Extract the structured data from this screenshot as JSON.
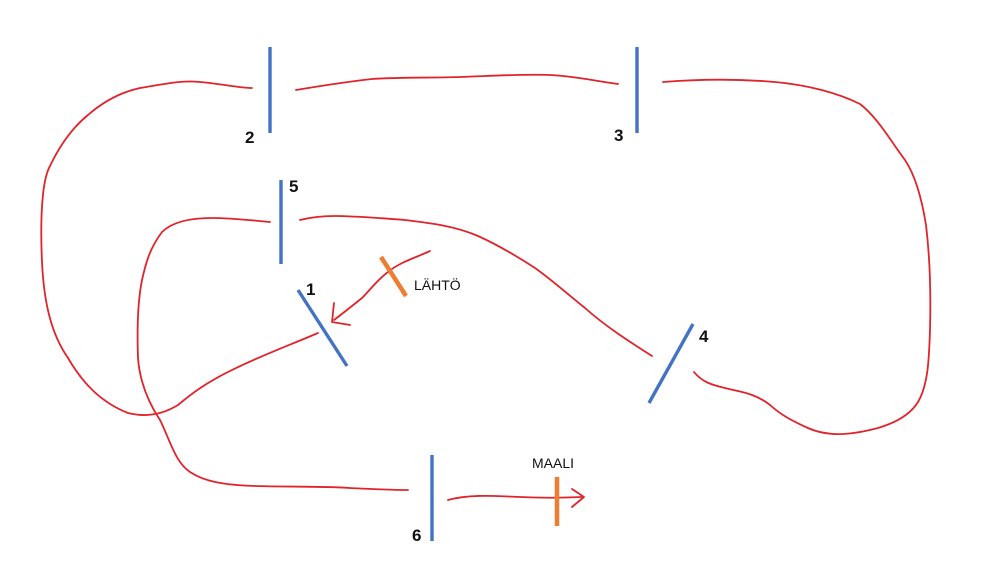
{
  "gates": [
    {
      "id": "1",
      "label": "1"
    },
    {
      "id": "2",
      "label": "2"
    },
    {
      "id": "3",
      "label": "3"
    },
    {
      "id": "4",
      "label": "4"
    },
    {
      "id": "5",
      "label": "5"
    },
    {
      "id": "6",
      "label": "6"
    }
  ],
  "start": {
    "label": "LÄHTÖ"
  },
  "finish": {
    "label": "MAALI"
  },
  "colors": {
    "route": "#e0242b",
    "gate": "#4472c4",
    "marker": "#ed7d31",
    "text": "#111111"
  }
}
